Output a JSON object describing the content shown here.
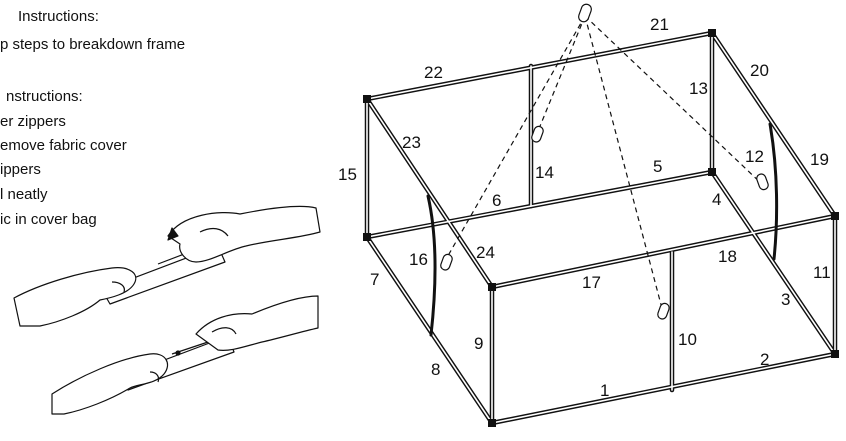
{
  "instructions": {
    "heading_1": "Instructions:",
    "step_breakdown": "p steps to breakdown frame",
    "heading_2": "nstructions:",
    "line_1": "er zippers",
    "line_2": "emove fabric cover",
    "line_3": "ippers",
    "line_4": "l neatly",
    "line_5": "ic in cover bag"
  },
  "diagram": {
    "part_labels": [
      "1",
      "2",
      "3",
      "4",
      "5",
      "6",
      "7",
      "8",
      "9",
      "10",
      "11",
      "12",
      "13",
      "14",
      "15",
      "16",
      "17",
      "18",
      "19",
      "20",
      "21",
      "22",
      "23",
      "24"
    ]
  }
}
